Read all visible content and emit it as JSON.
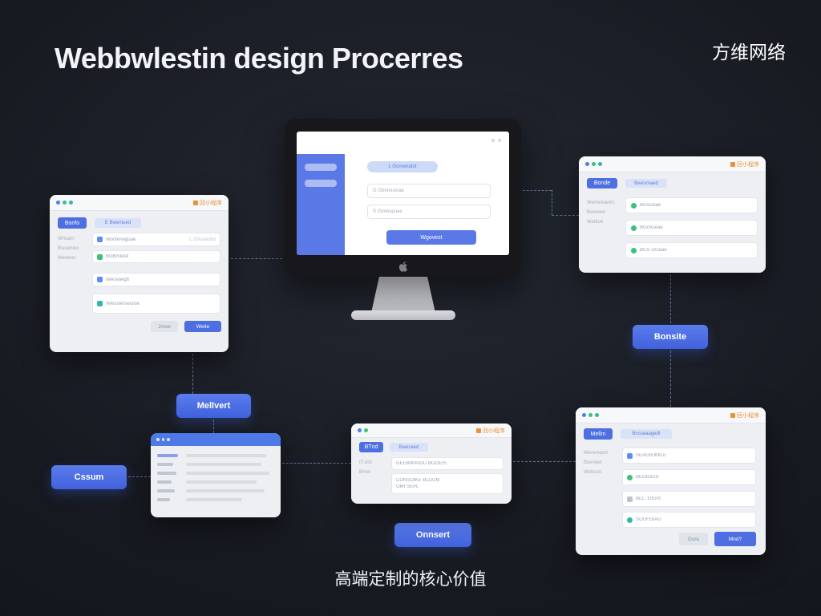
{
  "page": {
    "title": "Webbwlestin design Procerres",
    "brand": "方维网络",
    "caption": "高端定制的核心价值"
  },
  "colors": {
    "background": "#171a21",
    "accent_blue": "#4d6fe2",
    "accent_blue_light": "#d9e2f8",
    "badge_orange": "#e8923b",
    "green": "#3dbf7e",
    "window_bg": "#edeff3"
  },
  "flow_buttons": {
    "mellvert": "Mellvert",
    "cssum": "Cssum",
    "bonsite": "Bonsite",
    "onnsert": "Onnsert"
  },
  "monitor": {
    "title_pill": "L Gonneratut",
    "field1": "G Gbmeusnae",
    "field2": "S Gtmespuae",
    "submit": "Wgovest"
  },
  "left_window": {
    "badge": "回小程序",
    "tab_primary": "Bonfo",
    "tab_secondary": "E Bwentued",
    "sidebar": [
      "Wnsam",
      "Bsoamien",
      "Werteon"
    ],
    "fields": [
      {
        "text": "Wonfereiguae",
        "hint": "L.Gnuseubd"
      },
      {
        "text": "BGBmiesit",
        "hint": ""
      },
      {
        "text": "Iweceaegtt",
        "hint": ""
      },
      {
        "text": "Wiessterseiulse",
        "hint": ""
      }
    ],
    "btn_cancel": "Jmse",
    "btn_ok": "Weite"
  },
  "topright_window": {
    "badge": "回小程序",
    "tab_primary": "Bonde",
    "tab_secondary": "Bwesmaed",
    "sidebar": [
      "Wememanm",
      "Bsrewen",
      "Wettion"
    ],
    "rows": [
      "BGsGeae",
      "BGiSGeae",
      "BGS GGeae"
    ]
  },
  "center_window": {
    "badge": "回小程序",
    "tab_primary": "BTnd",
    "tab_secondary": "Bwesaed",
    "sidebar": [
      "IT-drd",
      "Bmel"
    ],
    "field1": "GEGIMPAIGU BOGEIS",
    "field2_line1": "CONSOIKE BOJUM",
    "field2_line2": "OMI SEPL"
  },
  "right_window": {
    "badge": "回小程序",
    "tab_primary": "Mellm",
    "tab_secondary": "Bnsseaagedt",
    "sidebar": [
      "Weremaxm",
      "Bservien",
      "Wettson"
    ],
    "fields": [
      "SEAGIEIMILE",
      "BEGIGEIS",
      "BEL. GIGIS",
      "SOUFGIAG"
    ],
    "btn_secondary": "Gsre",
    "btn_primary": "Mnd?"
  }
}
